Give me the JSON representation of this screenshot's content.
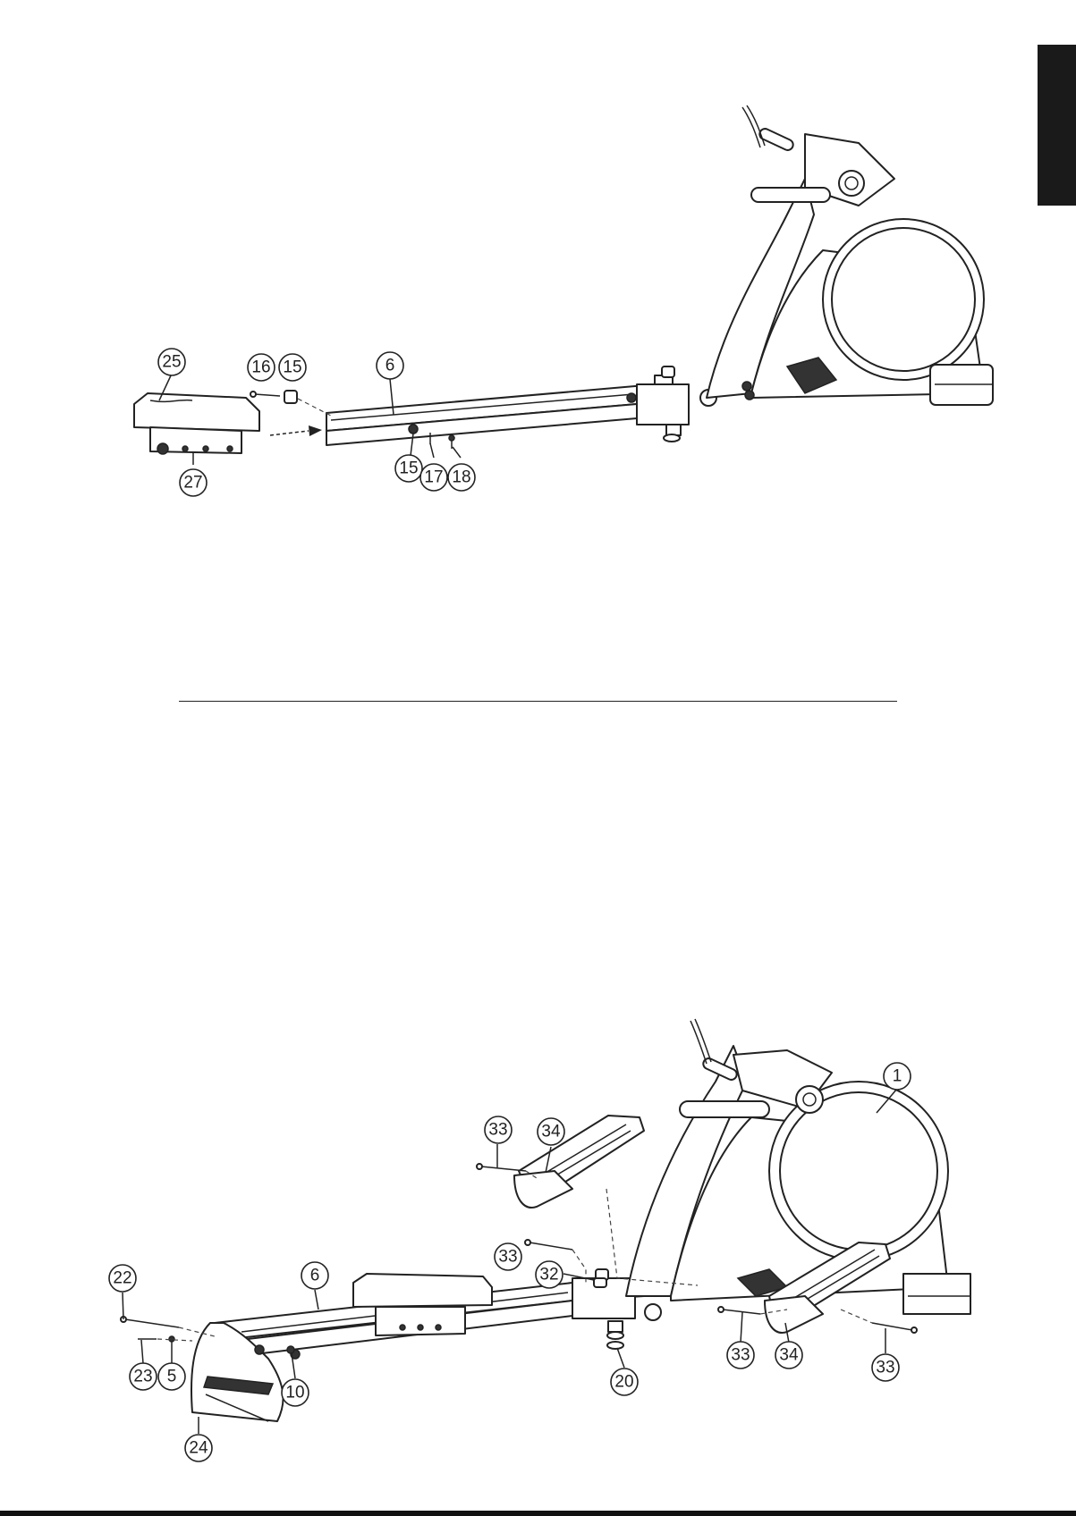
{
  "figure_top": {
    "callouts": [
      {
        "id": "25",
        "label": "25"
      },
      {
        "id": "16",
        "label": "16"
      },
      {
        "id": "15a",
        "label": "15"
      },
      {
        "id": "6",
        "label": "6"
      },
      {
        "id": "15b",
        "label": "15"
      },
      {
        "id": "17",
        "label": "17"
      },
      {
        "id": "18",
        "label": "18"
      },
      {
        "id": "27",
        "label": "27"
      }
    ]
  },
  "figure_bottom": {
    "callouts": [
      {
        "id": "1",
        "label": "1"
      },
      {
        "id": "33a",
        "label": "33"
      },
      {
        "id": "34a",
        "label": "34"
      },
      {
        "id": "33b",
        "label": "33"
      },
      {
        "id": "32",
        "label": "32"
      },
      {
        "id": "22",
        "label": "22"
      },
      {
        "id": "6",
        "label": "6"
      },
      {
        "id": "23",
        "label": "23"
      },
      {
        "id": "5",
        "label": "5"
      },
      {
        "id": "10",
        "label": "10"
      },
      {
        "id": "20",
        "label": "20"
      },
      {
        "id": "33c",
        "label": "33"
      },
      {
        "id": "34b",
        "label": "34"
      },
      {
        "id": "33d",
        "label": "33"
      },
      {
        "id": "24",
        "label": "24"
      }
    ]
  },
  "colors": {
    "line": "#222222",
    "tab": "#1a1a1a",
    "background": "#ffffff"
  }
}
